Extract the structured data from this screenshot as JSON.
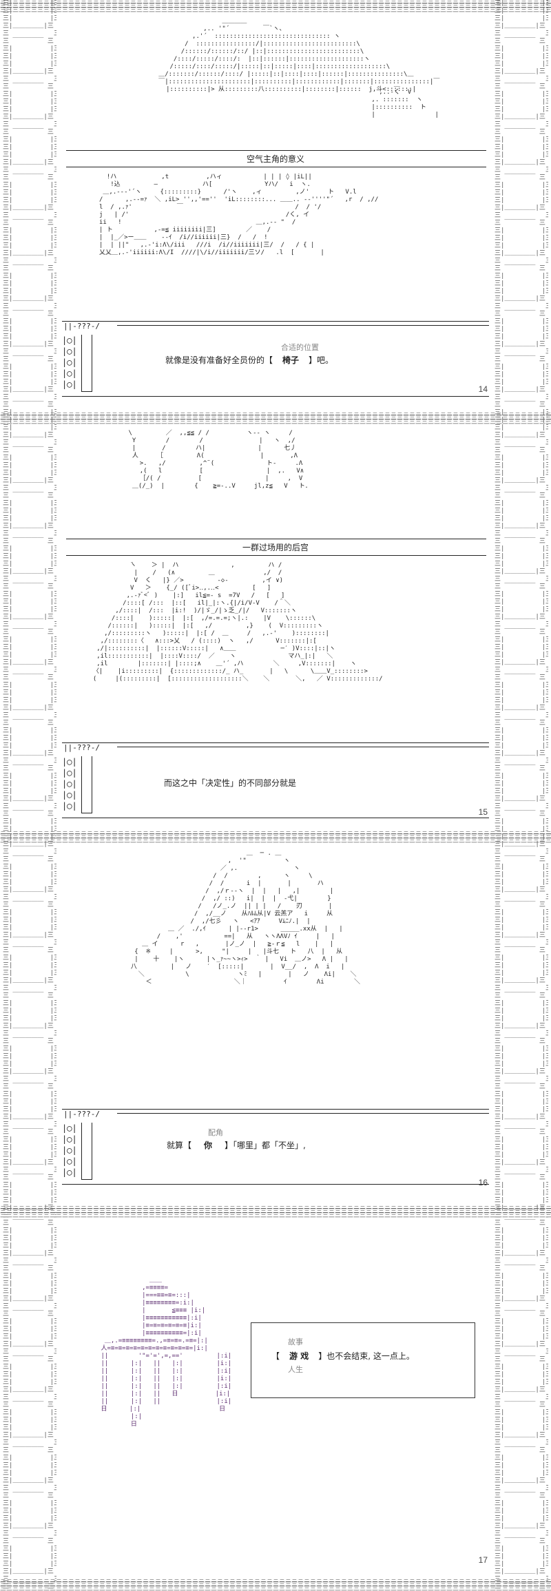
{
  "panels": [
    {
      "title": "空气主角的意义",
      "dialog": {
        "header": "||-???-/",
        "ruby": "合适的位置",
        "text_before": "就像是没有准备好全员份的【",
        "text_highlight": "椅子",
        "text_after": "】吧。"
      },
      "page_number": "14"
    },
    {
      "title": "一群过场用的后宫",
      "dialog": {
        "header": "||-???-/",
        "text": "而这之中「决定性」的不同部分就是"
      },
      "page_number": "15"
    },
    {
      "dialog": {
        "header": "||-???-/",
        "ruby": "配角",
        "text_before": "就算【",
        "text_highlight": "你",
        "text_after": "】「哪里」都「不坐」,"
      },
      "page_number": "16"
    },
    {
      "box": {
        "ruby_top": "故事",
        "ruby_bottom": "人生",
        "text_before": "【",
        "text_highlight": "游 戏",
        "text_after": "】也不会结束, 这一点上。"
      },
      "page_number": "17"
    }
  ],
  "dialog_circles": "|◯|\n|◯|\n|◯|\n|◯|\n|◯|"
}
